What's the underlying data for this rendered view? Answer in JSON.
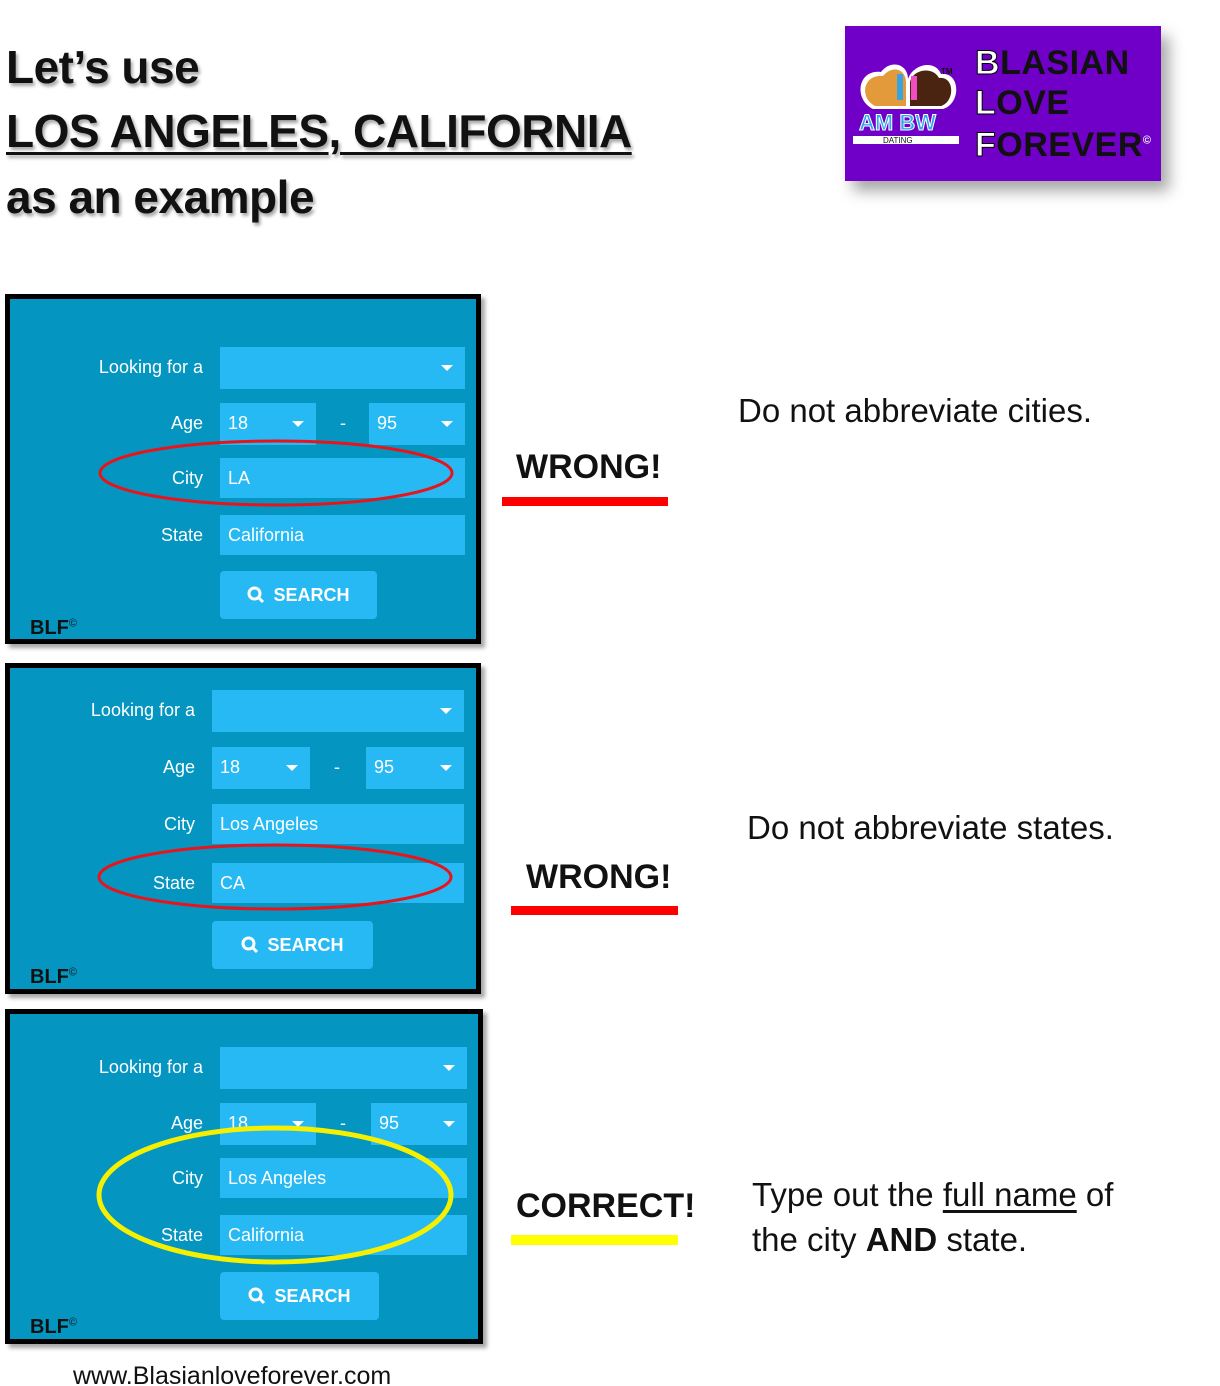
{
  "header": {
    "line1": "Let’s use",
    "line2": "LOS ANGELES, CALIFORNIA",
    "line3": "as an example"
  },
  "logo": {
    "mark_text": "AM BW",
    "mark_sub": "DATING",
    "tm": "TM",
    "brand_lines": [
      {
        "initial": "B",
        "rest": "LASIAN"
      },
      {
        "initial": "L",
        "rest": "OVE"
      },
      {
        "initial": "F",
        "rest": "OREVER"
      }
    ],
    "copyright": "©",
    "color": "#7000c8"
  },
  "panels": [
    {
      "looking_label": "Looking for a",
      "looking_value": "",
      "age_label": "Age",
      "age_min": "18",
      "age_sep": "-",
      "age_max": "95",
      "city_label": "City",
      "city_value": "LA",
      "state_label": "State",
      "state_value": "California",
      "search_label": "SEARCH",
      "watermark": "BLF",
      "watermark_sup": "©",
      "highlight": "city",
      "highlight_color": "#e8141b"
    },
    {
      "looking_label": "Looking for a",
      "looking_value": "",
      "age_label": "Age",
      "age_min": "18",
      "age_sep": "-",
      "age_max": "95",
      "city_label": "City",
      "city_value": "Los Angeles",
      "state_label": "State",
      "state_value": "CA",
      "search_label": "SEARCH",
      "watermark": "BLF",
      "watermark_sup": "©",
      "highlight": "state",
      "highlight_color": "#e8141b"
    },
    {
      "looking_label": "Looking for a",
      "looking_value": "",
      "age_label": "Age",
      "age_min": "18",
      "age_sep": "-",
      "age_max": "95",
      "city_label": "City",
      "city_value": "Los Angeles",
      "state_label": "State",
      "state_value": "California",
      "search_label": "SEARCH",
      "watermark": "BLF",
      "watermark_sup": "©",
      "highlight": "city-and-state",
      "highlight_color": "#f5f000"
    }
  ],
  "verdicts": [
    {
      "label": "WRONG!",
      "color": "#ff0000"
    },
    {
      "label": "WRONG!",
      "color": "#ff0000"
    },
    {
      "label": "CORRECT!",
      "color": "#ffff00"
    }
  ],
  "notes": {
    "first": "Do not abbreviate cities.",
    "second": "Do not abbreviate states.",
    "third_a": "Type out the ",
    "third_u": "full name",
    "third_b": " of",
    "third_c": "the city ",
    "third_bold": "AND",
    "third_d": " state."
  },
  "footer": "www.Blasianloveforever.com"
}
